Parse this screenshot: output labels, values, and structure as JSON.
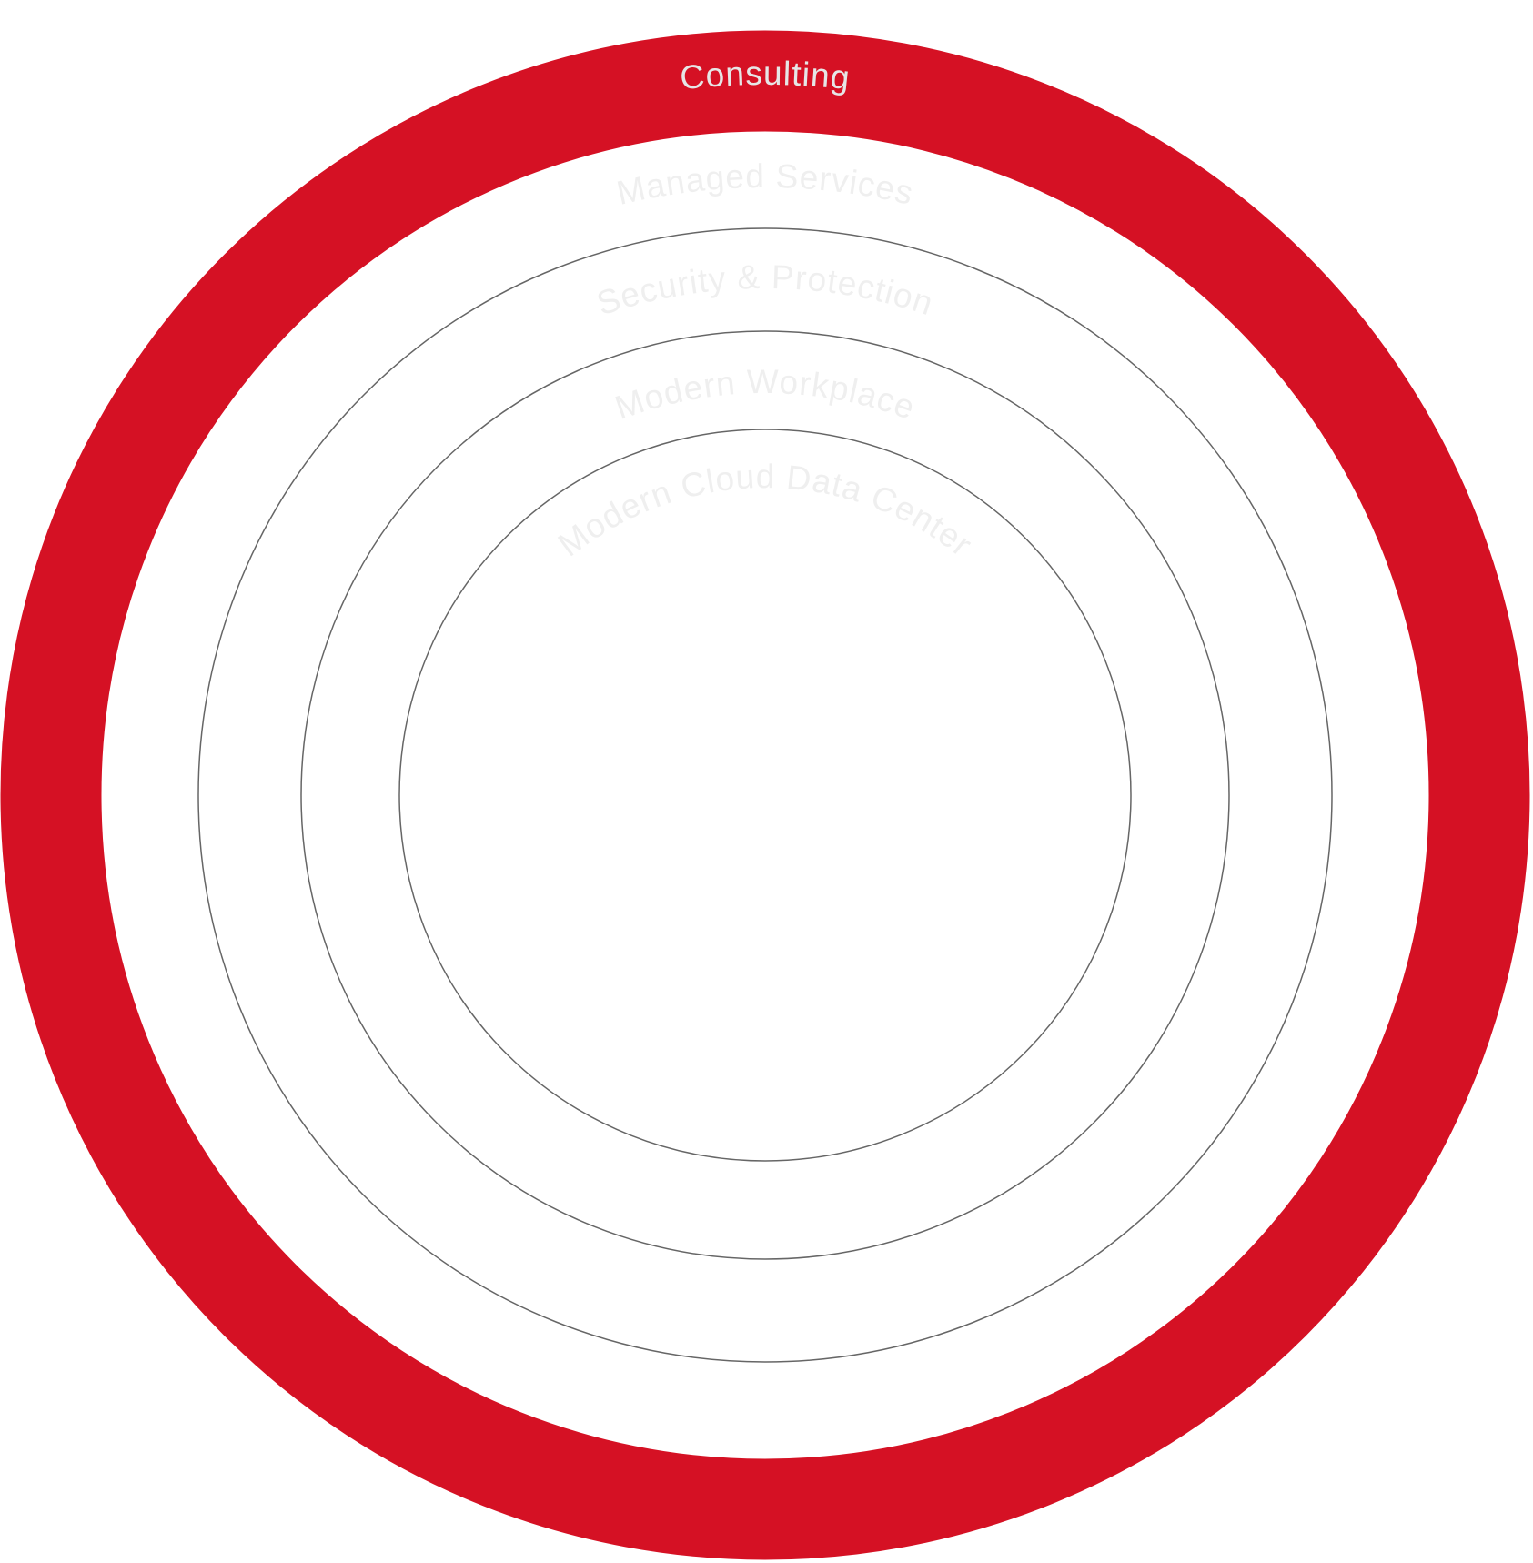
{
  "rings": [
    {
      "label": "Consulting"
    },
    {
      "label": "Managed Services"
    },
    {
      "label": "Security & Protection"
    },
    {
      "label": "Modern Workplace"
    },
    {
      "label": "Modern Cloud Data Center"
    }
  ],
  "colors": {
    "accent": "#d51124",
    "ring_stroke": "#666666",
    "label_on_accent": "#e6e6e6",
    "label_on_white": "#efefef"
  }
}
